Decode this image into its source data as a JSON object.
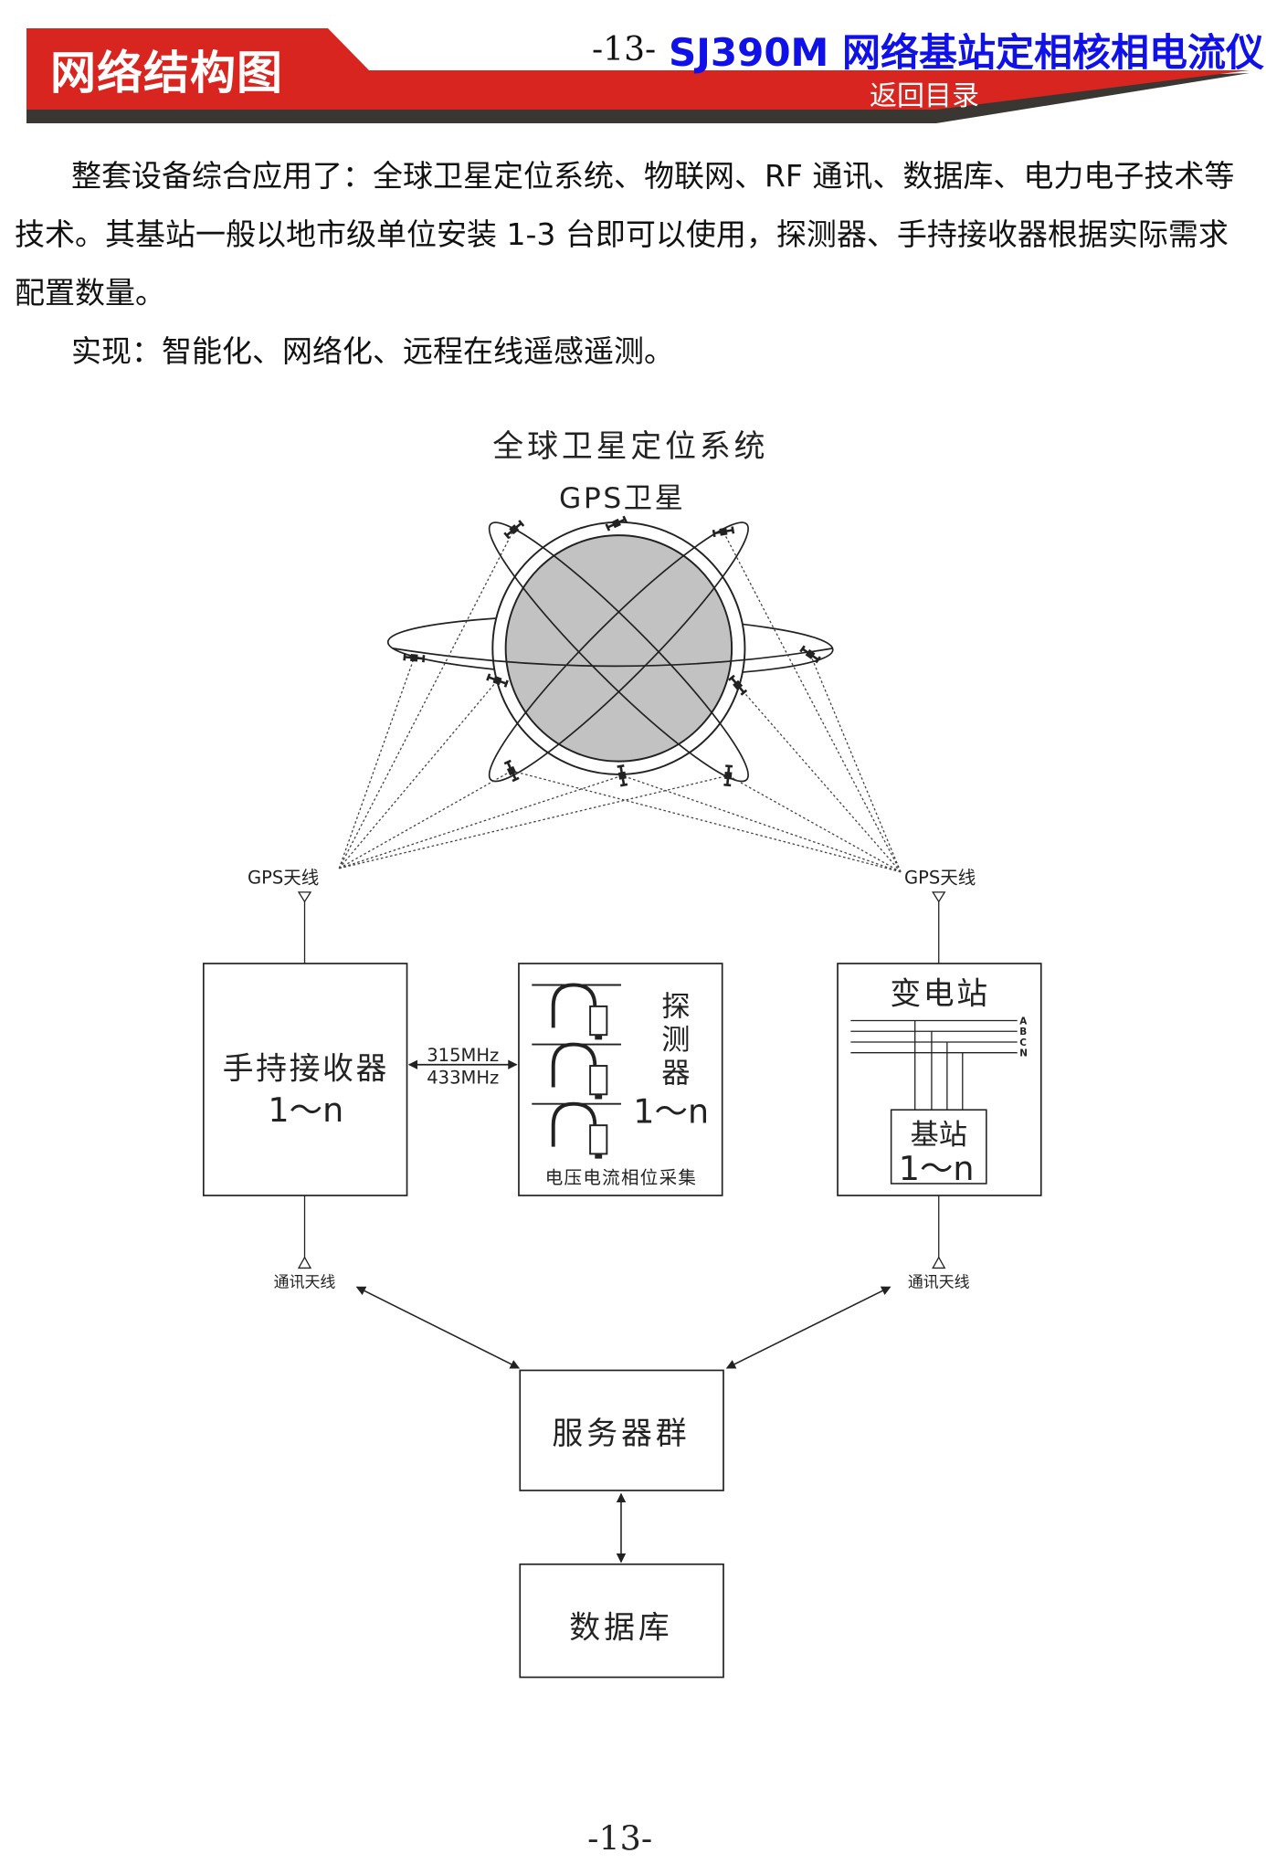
{
  "header": {
    "section_title": "网络结构图",
    "page_marker": "-13-",
    "doc_title": "SJ390M  网络基站定相核相电流仪",
    "toc_link": "返回目录",
    "colors": {
      "band": "#d9251f",
      "shadow": "#3a3632",
      "title": "#1010e8"
    }
  },
  "body": {
    "paragraph1": "整套设备综合应用了：全球卫星定位系统、物联网、RF 通讯、数据库、电力电子技术等技术。其基站一般以地市级单位安装 1-3 台即可以使用，探测器、手持接收器根据实际需求配置数量。",
    "paragraph2": "实现：智能化、网络化、远程在线遥感遥测。"
  },
  "diagram": {
    "gps_system": "全球卫星定位系统",
    "gps_satellite": "GPS卫星",
    "gps_antenna_left": "GPS天线",
    "gps_antenna_right": "GPS天线",
    "handheld": {
      "name": "手持接收器",
      "count": "1～n"
    },
    "freq1": "315MHz",
    "freq2": "433MHz",
    "detector": {
      "name": [
        "探",
        "测",
        "器"
      ],
      "count": "1～n",
      "caption": "电压电流相位采集"
    },
    "substation": {
      "name": "变电站",
      "phases": [
        "A",
        "B",
        "C",
        "N"
      ],
      "base_station": "基站",
      "count": "1～n"
    },
    "comm_antenna_left": "通讯天线",
    "comm_antenna_right": "通讯天线",
    "server": "服务器群",
    "database": "数据库"
  },
  "footer": {
    "page_number": "-13-"
  }
}
